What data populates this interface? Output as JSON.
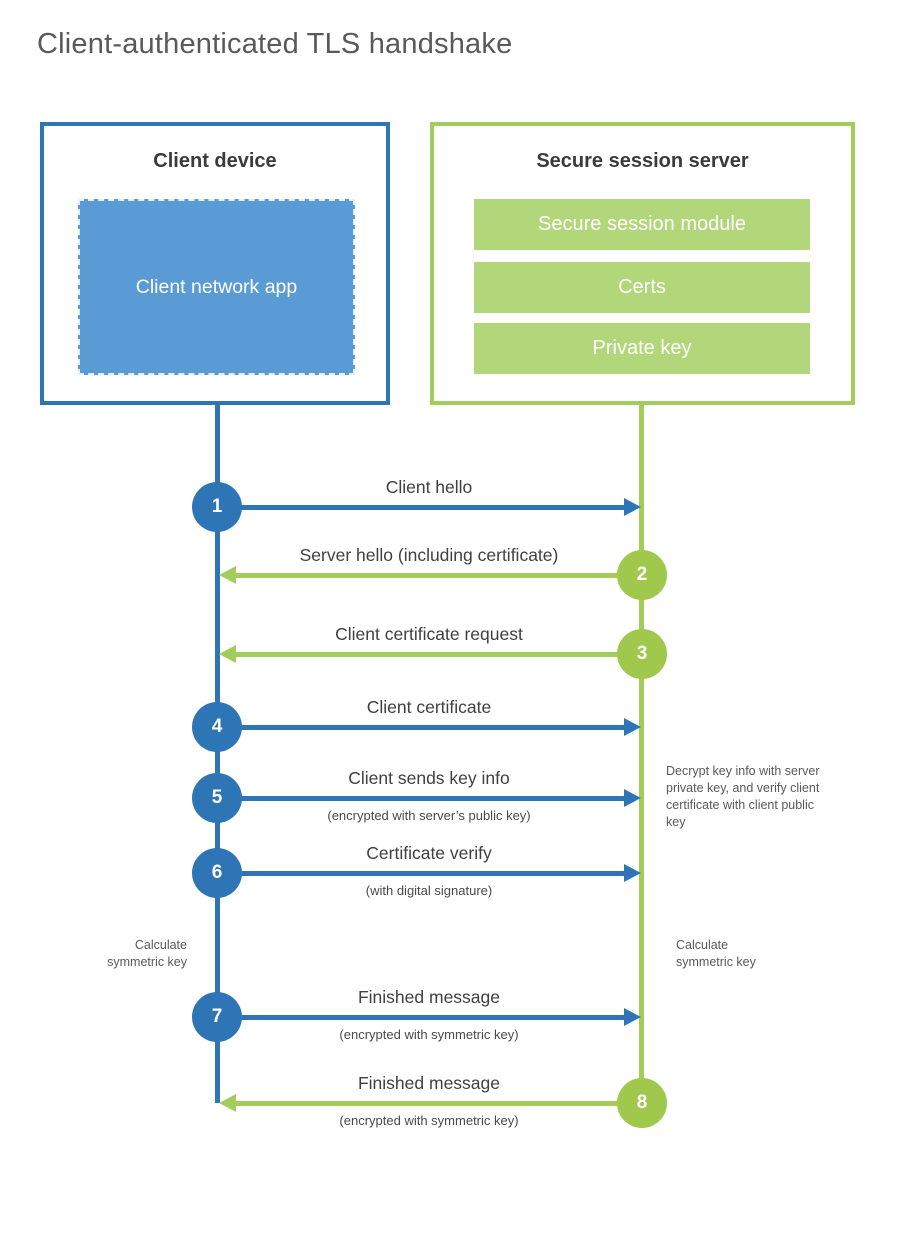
{
  "title": "Client-authenticated TLS handshake",
  "colors": {
    "blue": "#2e75b6",
    "blue_fill": "#5b9bd5",
    "green": "#a3cd5a",
    "green_circle": "#9fc84c",
    "green_fill": "#b2d67a",
    "title_text": "#595959",
    "label_text": "#404040"
  },
  "client_box": {
    "title": "Client device",
    "app_label": "Client network app"
  },
  "server_box": {
    "title": "Secure session server",
    "modules": [
      "Secure session module",
      "Certs",
      "Private key"
    ]
  },
  "steps": [
    {
      "number": "1",
      "from": "client",
      "direction": "right",
      "label": "Client hello",
      "sublabel": ""
    },
    {
      "number": "2",
      "from": "server",
      "direction": "left",
      "label": "Server hello (including certificate)",
      "sublabel": ""
    },
    {
      "number": "3",
      "from": "server",
      "direction": "left",
      "label": "Client certificate request",
      "sublabel": ""
    },
    {
      "number": "4",
      "from": "client",
      "direction": "right",
      "label": "Client certificate",
      "sublabel": ""
    },
    {
      "number": "5",
      "from": "client",
      "direction": "right",
      "label": "Client sends key info",
      "sublabel": "(encrypted with server’s public key)"
    },
    {
      "number": "6",
      "from": "client",
      "direction": "right",
      "label": "Certificate verify",
      "sublabel": "(with digital signature)"
    },
    {
      "number": "7",
      "from": "client",
      "direction": "right",
      "label": "Finished message",
      "sublabel": "(encrypted with symmetric key)"
    },
    {
      "number": "8",
      "from": "server",
      "direction": "left",
      "label": "Finished message",
      "sublabel": "(encrypted with symmetric key)"
    }
  ],
  "annotations": {
    "server_note": "Decrypt key info with server private key, and verify client certificate with client public key",
    "client_calc": "Calculate symmetric key",
    "server_calc": "Calculate symmetric key"
  }
}
